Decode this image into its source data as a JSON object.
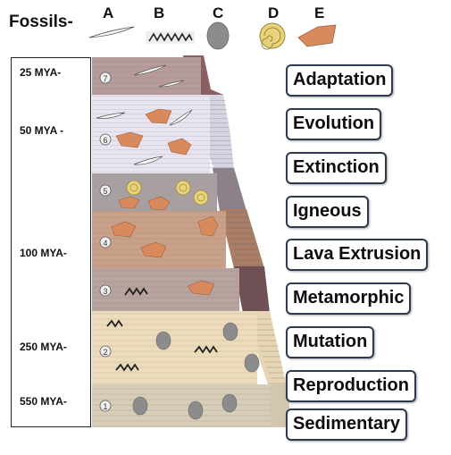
{
  "fossils_label": "Fossils-",
  "fossil_keys": [
    "A",
    "B",
    "C",
    "D",
    "E"
  ],
  "ages": [
    "25 MYA-",
    "50 MYA -",
    "100 MYA-",
    "250 MYA-",
    "550 MYA-"
  ],
  "layer_numbers": [
    "7",
    "6",
    "5",
    "4",
    "3",
    "2",
    "1"
  ],
  "terms": [
    "Adaptation",
    "Evolution",
    "Extinction",
    "Igneous",
    "Lava Extrusion",
    "Metamorphic",
    "Mutation",
    "Reproduction",
    "Sedimentary"
  ],
  "colors": {
    "layer_1": "#d8cdb6",
    "layer_2": "#ecdcbc",
    "layer_3": "#b7a49e",
    "layer_4": "#c9a088",
    "layer_5": "#a89fa0",
    "layer_6": "#e8e4f0",
    "layer_7": "#b69c9a",
    "term_border": "#2e3b4e",
    "fossil_e": "#d98a5c",
    "fossil_d": "#e8d37a",
    "fossil_c": "#8c8c8c"
  }
}
